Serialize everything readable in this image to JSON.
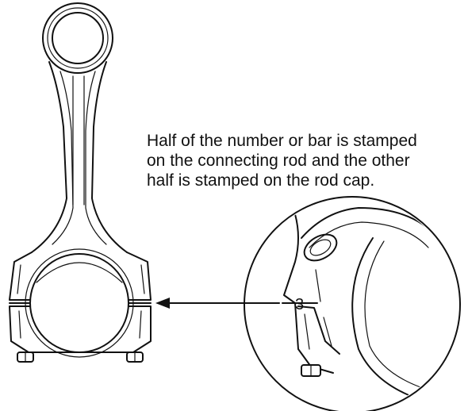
{
  "caption": {
    "line1": "Half of the number or bar is stamped",
    "line2": "on the connecting rod and the other",
    "line3": "half is stamped on the rod cap."
  },
  "detail": {
    "stamp_mark": "3"
  }
}
